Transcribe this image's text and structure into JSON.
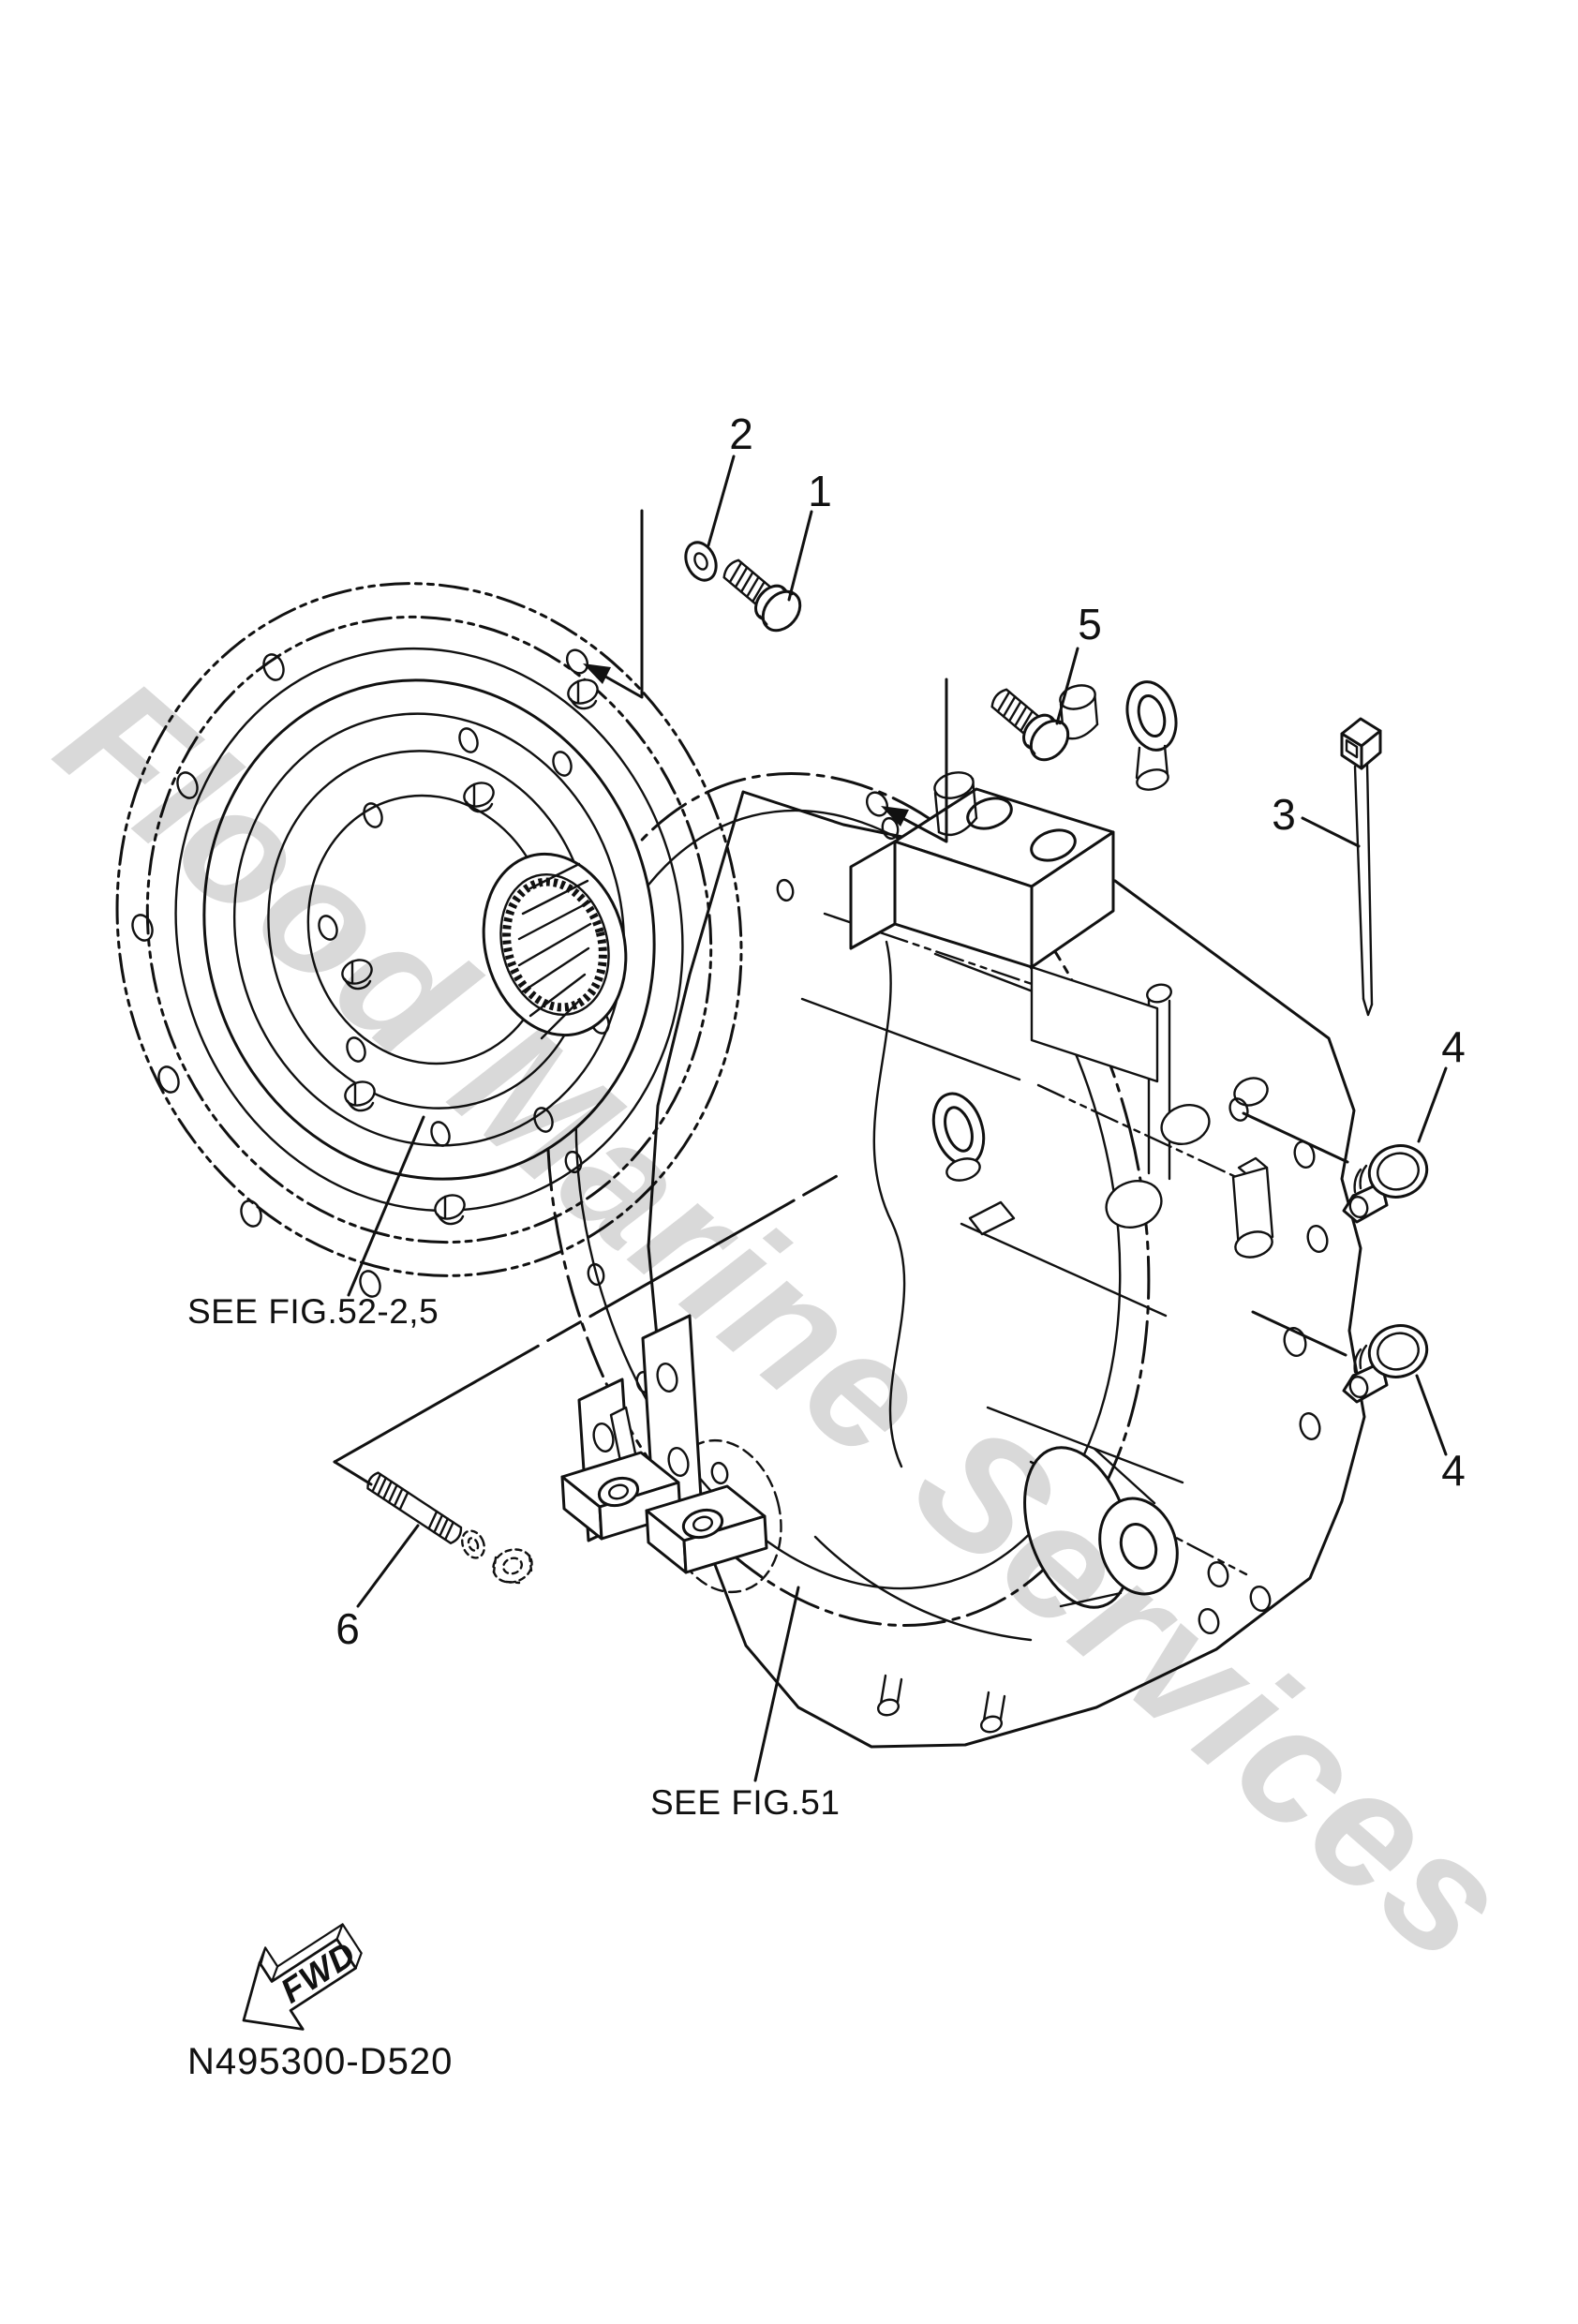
{
  "canvas": {
    "background": "#ffffff",
    "line_color": "#111111",
    "watermark_color": "#d9d9d9"
  },
  "watermark": {
    "text": "Flood Marine Services"
  },
  "callouts": [
    {
      "label": "1"
    },
    {
      "label": "2"
    },
    {
      "label": "3"
    },
    {
      "label": "4"
    },
    {
      "label": "4"
    },
    {
      "label": "5"
    },
    {
      "label": "6"
    }
  ],
  "references": [
    {
      "label": "SEE FIG.52-2,5"
    },
    {
      "label": "SEE FIG.51"
    }
  ],
  "direction_arrow": {
    "label": "FWD"
  },
  "drawing_number": {
    "code": "N495300-D520"
  }
}
